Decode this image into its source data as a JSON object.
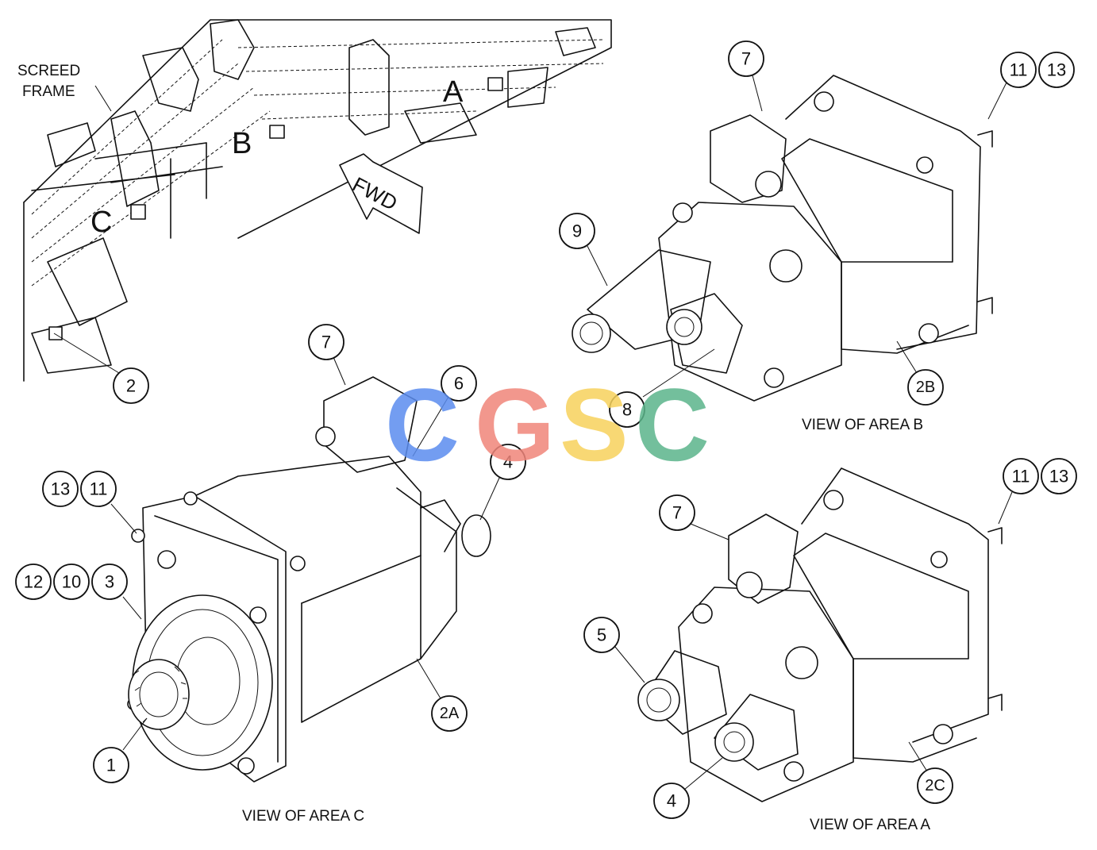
{
  "frame_label": {
    "line1": "SCREED",
    "line2": "FRAME"
  },
  "area_letters": {
    "a": "A",
    "b": "B",
    "c": "C"
  },
  "arrow_label": "FWD",
  "captions": {
    "view_b": "VIEW OF AREA B",
    "view_c": "VIEW OF AREA C",
    "view_a": "VIEW OF AREA A"
  },
  "watermark": {
    "letters": [
      "C",
      "G",
      "S",
      "C"
    ],
    "colors": [
      "#5b8def",
      "#f0857a",
      "#f7d25c",
      "#5bb58b"
    ]
  },
  "callouts": {
    "b_7": "7",
    "b_11": "11",
    "b_13": "13",
    "b_9": "9",
    "b_8": "8",
    "b_2b": "2B",
    "top_2": "2",
    "c_7": "7",
    "c_6": "6",
    "c_4": "4",
    "c_13": "13",
    "c_11": "11",
    "c_12": "12",
    "c_10": "10",
    "c_3": "3",
    "c_1": "1",
    "c_2a": "2A",
    "a_7": "7",
    "a_11": "11",
    "a_13": "13",
    "a_5": "5",
    "a_4": "4",
    "a_2c": "2C"
  }
}
